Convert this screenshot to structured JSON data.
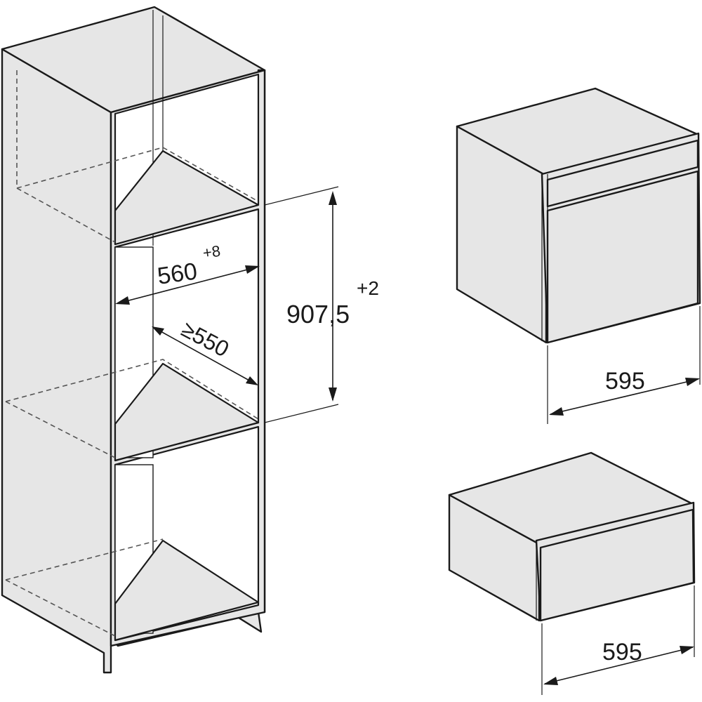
{
  "dimensions": {
    "niche_width": {
      "value": "560",
      "tolerance": "+8"
    },
    "niche_depth": {
      "value": "≥550"
    },
    "niche_height": {
      "value": "907,5",
      "tolerance": "+2"
    },
    "oven_width": {
      "value": "595"
    },
    "drawer_width": {
      "value": "595"
    }
  }
}
